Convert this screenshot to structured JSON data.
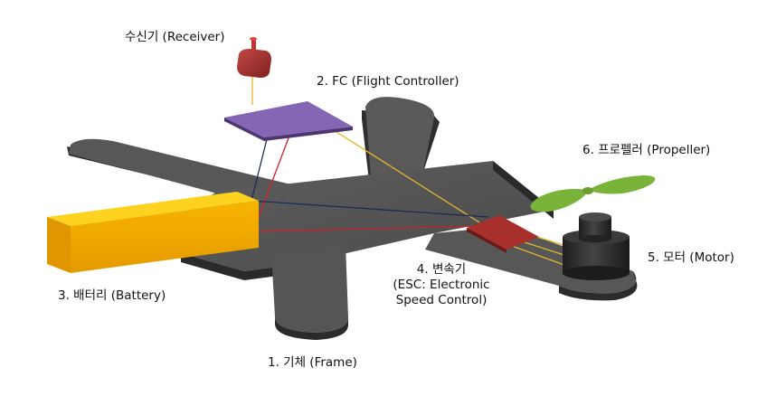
{
  "labels": {
    "receiver": "수신기 (Receiver)",
    "fc": "2. FC (Flight Controller)",
    "propeller": "6. 프로펠러 (Propeller)",
    "esc_line1": "4. 변속기",
    "esc_line2": "(ESC: Electronic",
    "esc_line3": "Speed Control)",
    "motor": "5. 모터 (Motor)",
    "battery": "3. 배터리 (Battery)",
    "frame": "1. 기체 (Frame)"
  },
  "colors": {
    "frame_top": "#555555",
    "frame_side": "#2c2c2c",
    "battery_front": "#f0a800",
    "battery_top": "#ffd21f",
    "fc_top": "#8566b5",
    "esc": "#a8302c",
    "receiver": "#b03a38",
    "propeller": "#7ab33a",
    "motor": "#2d2d2d",
    "wire_red": "#d0202a",
    "wire_yellow": "#e2b52c",
    "wire_navy": "#1f2a55"
  }
}
